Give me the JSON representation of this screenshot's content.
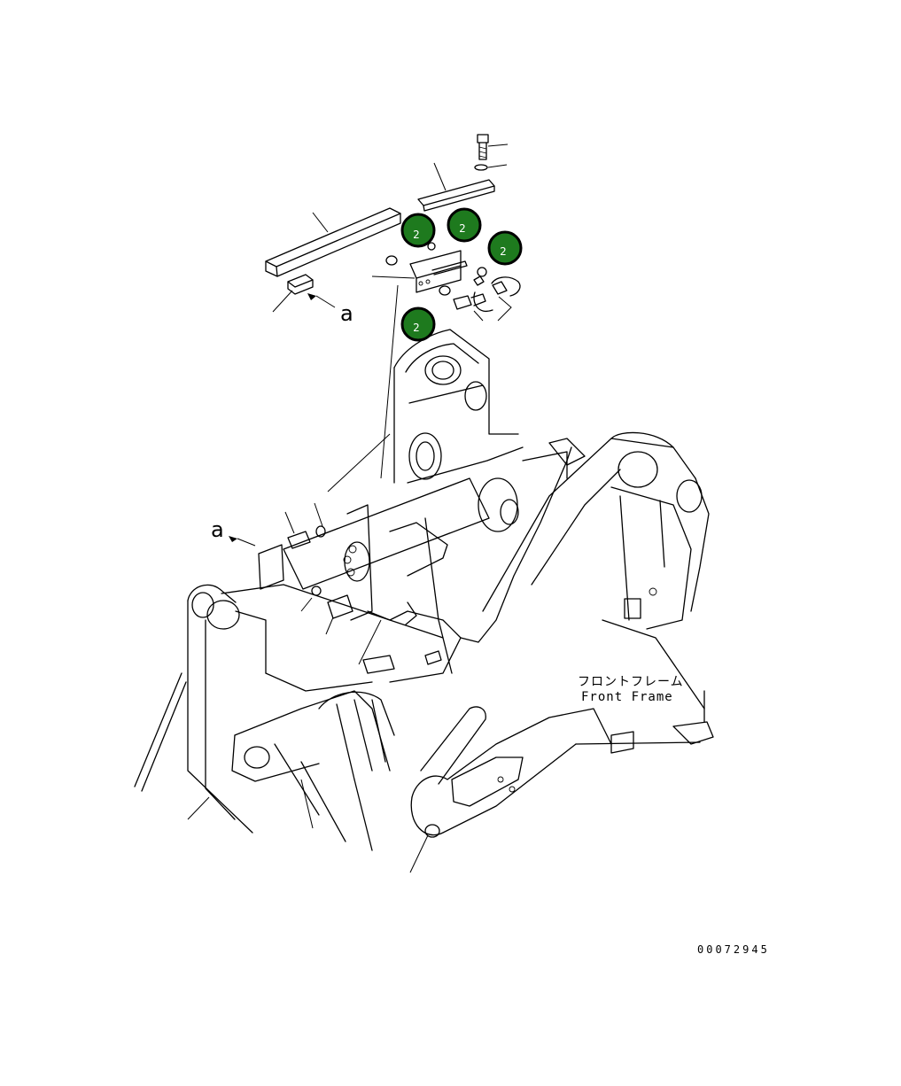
{
  "view_markers": {
    "upper": "a",
    "lower": "a"
  },
  "frame_label": {
    "jp": "フロントフレーム",
    "en": "Front Frame"
  },
  "drawing_number": "00072945",
  "callouts": [
    {
      "label": "2"
    },
    {
      "label": "2"
    },
    {
      "label": "2"
    },
    {
      "label": "2"
    }
  ],
  "colors": {
    "callout_fill": "#1e7a1e",
    "line": "#000000",
    "background": "#ffffff"
  }
}
